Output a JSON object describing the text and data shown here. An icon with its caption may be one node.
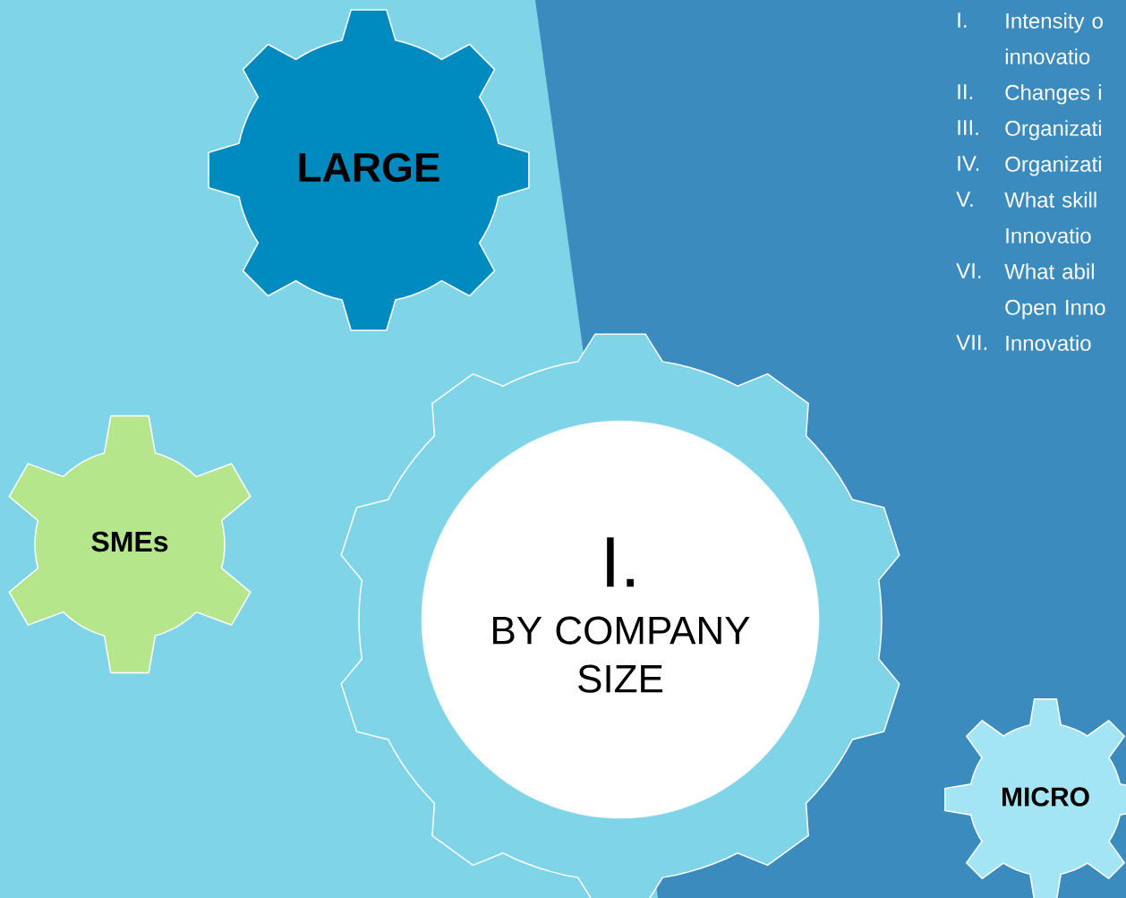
{
  "diagram": {
    "nodes": [
      {
        "text": [
          "LARGE"
        ]
      },
      {
        "text": [
          "SMEs"
        ]
      },
      {
        "text": [
          "I.",
          "BY COMPANY SIZE"
        ]
      },
      {
        "text": [
          "MICRO"
        ]
      }
    ],
    "labels": [
      "I.",
      "Intensity o innovatio",
      "II.",
      "Changes i",
      "III.",
      "Organizati",
      "IV.",
      "Organizati",
      "V.",
      "What skill Innovatio",
      "VI.",
      "What abil Open Inno",
      "VII.",
      "Innovatio"
    ]
  }
}
